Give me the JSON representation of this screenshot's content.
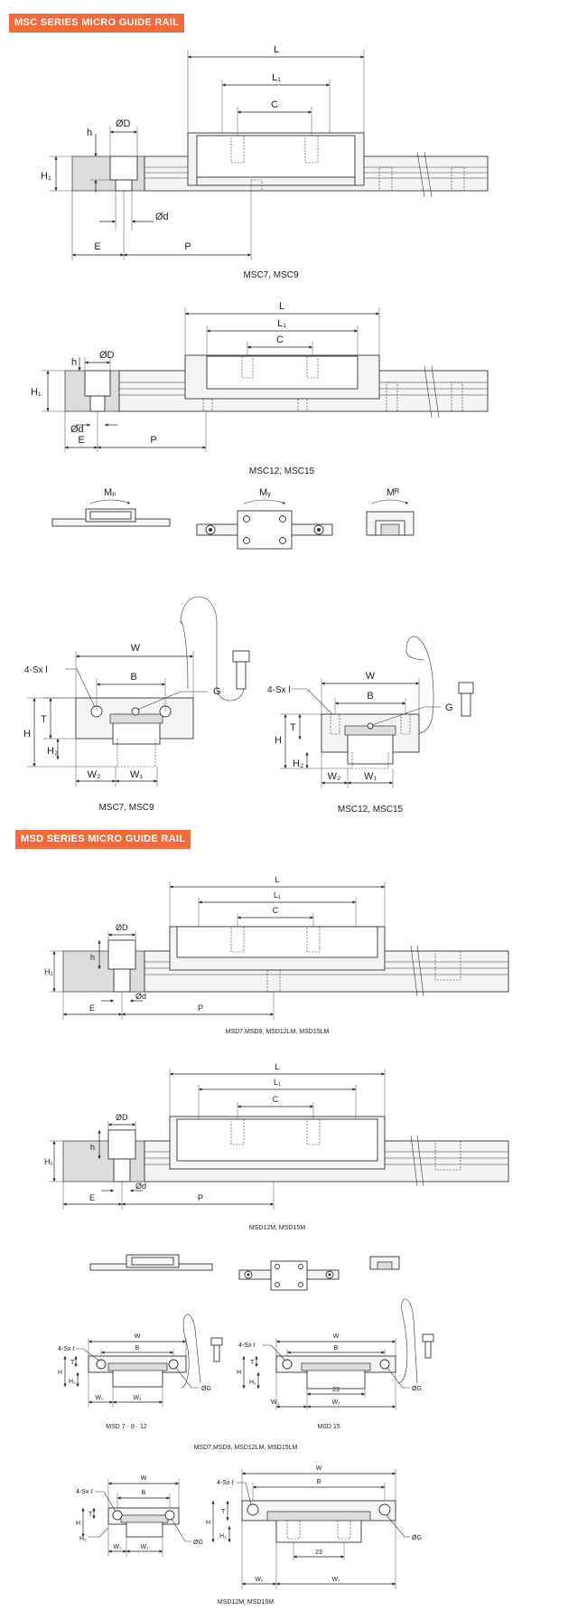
{
  "banners": {
    "msc": "MSC SERIES MICRO GUIDE RAIL",
    "msd": "MSD SERIES MICRO GUIDE RAIL"
  },
  "labels": {
    "L": "L",
    "L1": "L₁",
    "C": "C",
    "H1": "H₁",
    "h": "h",
    "D": "ØD",
    "d": "Ød",
    "E": "E",
    "P": "P",
    "W": "W",
    "B": "B",
    "H": "H",
    "T": "T",
    "H2": "H₂",
    "W1": "W₁",
    "W2": "W₂",
    "G": "G",
    "OG": "ØG",
    "screw_c": "4-Sx l",
    "screw_d": "4-Sx ℓ",
    "MP": "Mₚ",
    "MY": "Mᵧ",
    "MR": "Mᴿ",
    "n23": "23"
  },
  "captions": {
    "msc79_side": "MSC7, MSC9",
    "msc1215_side": "MSC12, MSC15",
    "msc79_front": "MSC7, MSC9",
    "msc1215_front": "MSC12, MSC15",
    "msd_side1": "MSD7,MSD9, MSD12LM, MSD15LM",
    "msd_side2": "MSD12M, MSD15M",
    "msd_7912": "MSD 7 · 9 · 12",
    "msd_15": "MSD 15",
    "msd_front_group": "MSD7,MSD9, MSD12LM, MSD15LM",
    "msd_front2": "MSD12M, MSD15M"
  }
}
